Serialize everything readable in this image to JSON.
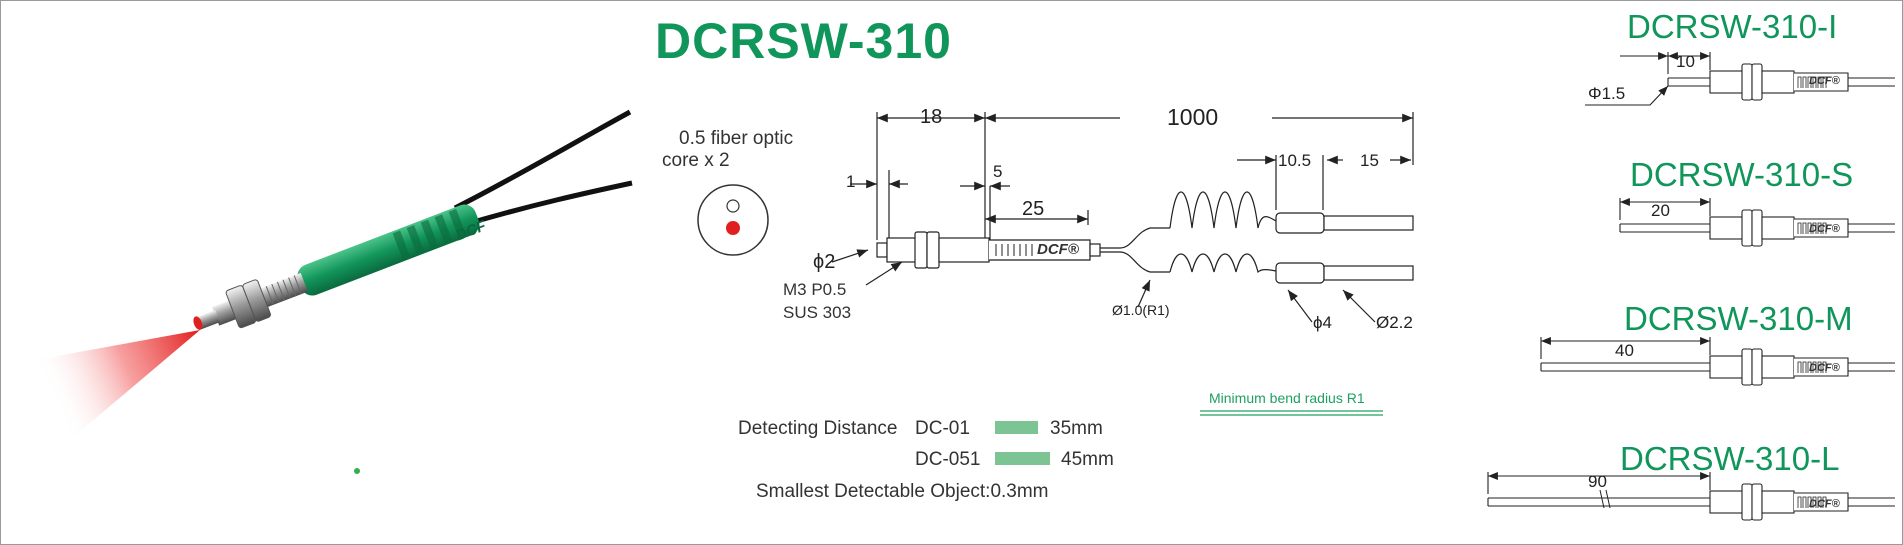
{
  "diagram": {
    "model": "DCRSW-310",
    "core_label_line1": "0.5 fiber optic",
    "core_label_line2": "core x 2",
    "dims": {
      "d18": "18",
      "d1000": "1000",
      "d1": "1",
      "d5": "5",
      "d25": "25",
      "d10_5": "10.5",
      "d15": "15",
      "phi2": "ϕ2",
      "thread": "M3 P0.5",
      "material": "SUS  303",
      "phi1_0": "Ø1.0(R1)",
      "phi4": "ϕ4",
      "phi2_2": "Ø2.2"
    },
    "brand": "DCF®",
    "bend_note": "Minimum bend radius R1",
    "specs": {
      "detect_label": "Detecting  Distance",
      "rows": [
        {
          "model": "DC-01",
          "value": "35mm"
        },
        {
          "model": "DC-051",
          "value": "45mm"
        }
      ],
      "smallest_object": "Smallest Detectable Object:0.3mm"
    },
    "variants": [
      {
        "name": "DCRSW-310-I",
        "dim": "10",
        "extra": "Φ1.5"
      },
      {
        "name": "DCRSW-310-S",
        "dim": "20"
      },
      {
        "name": "DCRSW-310-M",
        "dim": "40"
      },
      {
        "name": "DCRSW-310-L",
        "dim": "90"
      }
    ],
    "colors": {
      "accent_green": "#10955a",
      "bar_green": "#7cc494",
      "sensor_green": "#12955a",
      "light_red": "#e02020"
    }
  }
}
